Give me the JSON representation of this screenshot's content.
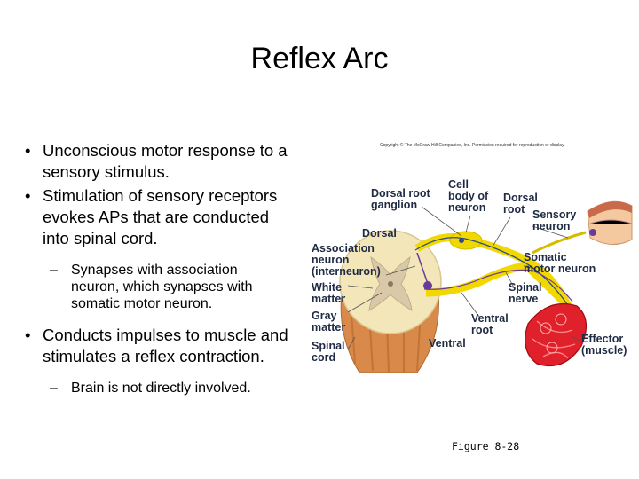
{
  "slide": {
    "title": "Reflex Arc",
    "bullets": {
      "b1": "Unconscious motor response to a sensory stimulus.",
      "b2": "Stimulation of sensory receptors evokes APs that are conducted into spinal cord.",
      "b2a": "Synapses with association neuron, which synapses with somatic motor neuron.",
      "b3": "Conducts impulses to muscle and stimulates a reflex contraction.",
      "b3a": "Brain is not directly involved."
    },
    "bullet_glyph": "•",
    "sub_glyph": "–",
    "caption": "Figure 8-28"
  },
  "figure": {
    "copyright": "Copyright © The McGraw-Hill Companies, Inc. Permission required for reproduction or display.",
    "labels": {
      "dorsal_root_ganglion_1": "Dorsal root",
      "dorsal_root_ganglion_2": "ganglion",
      "cell_body_1": "Cell",
      "cell_body_2": "body of",
      "cell_body_3": "neuron",
      "dorsal_root_1": "Dorsal",
      "dorsal_root_2": "root",
      "sensory_neuron_1": "Sensory",
      "sensory_neuron_2": "neuron",
      "dorsal": "Dorsal",
      "association_1": "Association",
      "association_2": "neuron",
      "association_3": "(interneuron)",
      "somatic_1": "Somatic",
      "somatic_2": "motor neuron",
      "white_1": "White",
      "white_2": "matter",
      "spinal_nerve_1": "Spinal",
      "spinal_nerve_2": "nerve",
      "gray_1": "Gray",
      "gray_2": "matter",
      "ventral_root_1": "Ventral",
      "ventral_root_2": "root",
      "effector_1": "Effector",
      "effector_2": "(muscle)",
      "spinal_cord_1": "Spinal",
      "spinal_cord_2": "cord",
      "ventral": "Ventral"
    },
    "colors": {
      "cord_white_matter": "#f3e6b8",
      "gray_matter": "#d9c9a8",
      "cord_section": "#d98a4a",
      "nerve_yellow": "#f0d800",
      "muscle_red": "#e0202a",
      "skin": "#f4c9a0",
      "neuron_purple": "#6a3a9a"
    }
  }
}
